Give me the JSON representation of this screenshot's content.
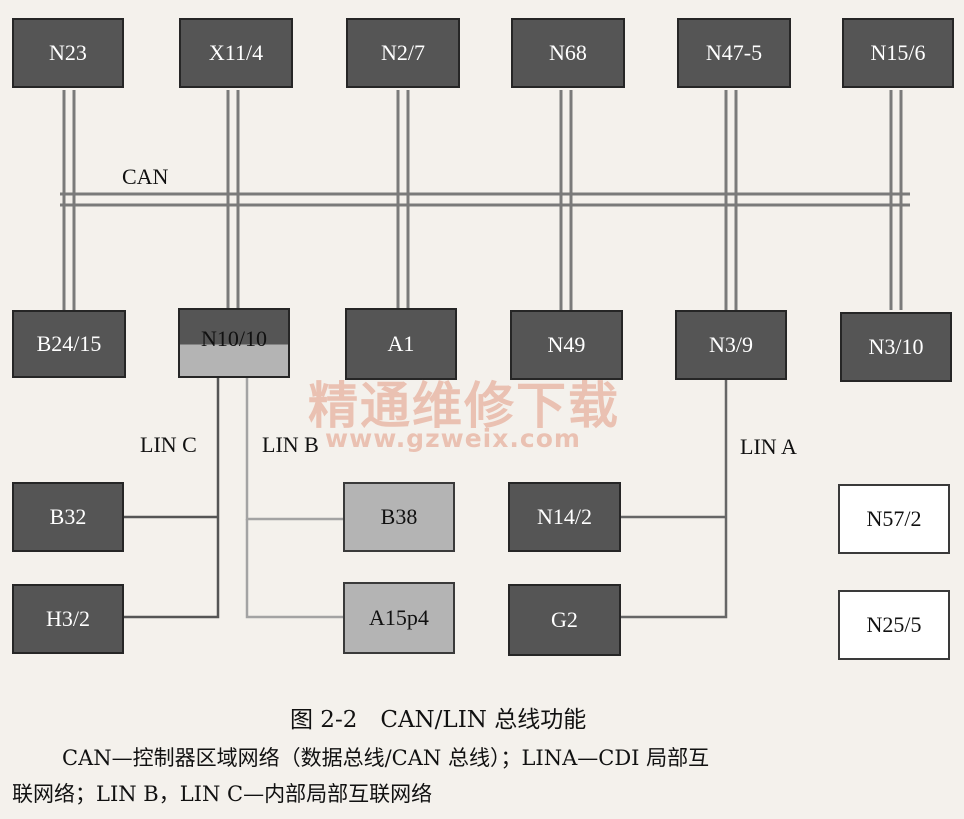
{
  "nodes": {
    "n23": "N23",
    "x11_4": "X11/4",
    "n2_7": "N2/7",
    "n68": "N68",
    "n47_5": "N47-5",
    "n15_6": "N15/6",
    "b24_15": "B24/15",
    "n10_10": "N10/10",
    "a1": "A1",
    "n49": "N49",
    "n3_9": "N3/9",
    "n3_10": "N3/10",
    "b32": "B32",
    "b38": "B38",
    "n14_2": "N14/2",
    "n57_2": "N57/2",
    "h3_2": "H3/2",
    "a15p4": "A15p4",
    "g2": "G2",
    "n25_5": "N25/5"
  },
  "bus_labels": {
    "can": "CAN",
    "lin_a": "LIN A",
    "lin_b": "LIN B",
    "lin_c": "LIN C"
  },
  "watermark": {
    "title": "精通维修下载",
    "url": "www.gzweix.com"
  },
  "caption": {
    "title": "图 2-2　CAN/LIN 总线功能",
    "line1": "CAN—控制器区域网络（数据总线/CAN 总线）；LINA—CDI 局部互",
    "line2": "联网络；LIN B，LIN C—内部局部互联网络"
  },
  "colors": {
    "dark_node": "#555555",
    "light_node": "#b4b4b4",
    "white_node": "#ffffff",
    "bus_line": "#7a7a7a",
    "watermark": "#e9b9a8"
  }
}
